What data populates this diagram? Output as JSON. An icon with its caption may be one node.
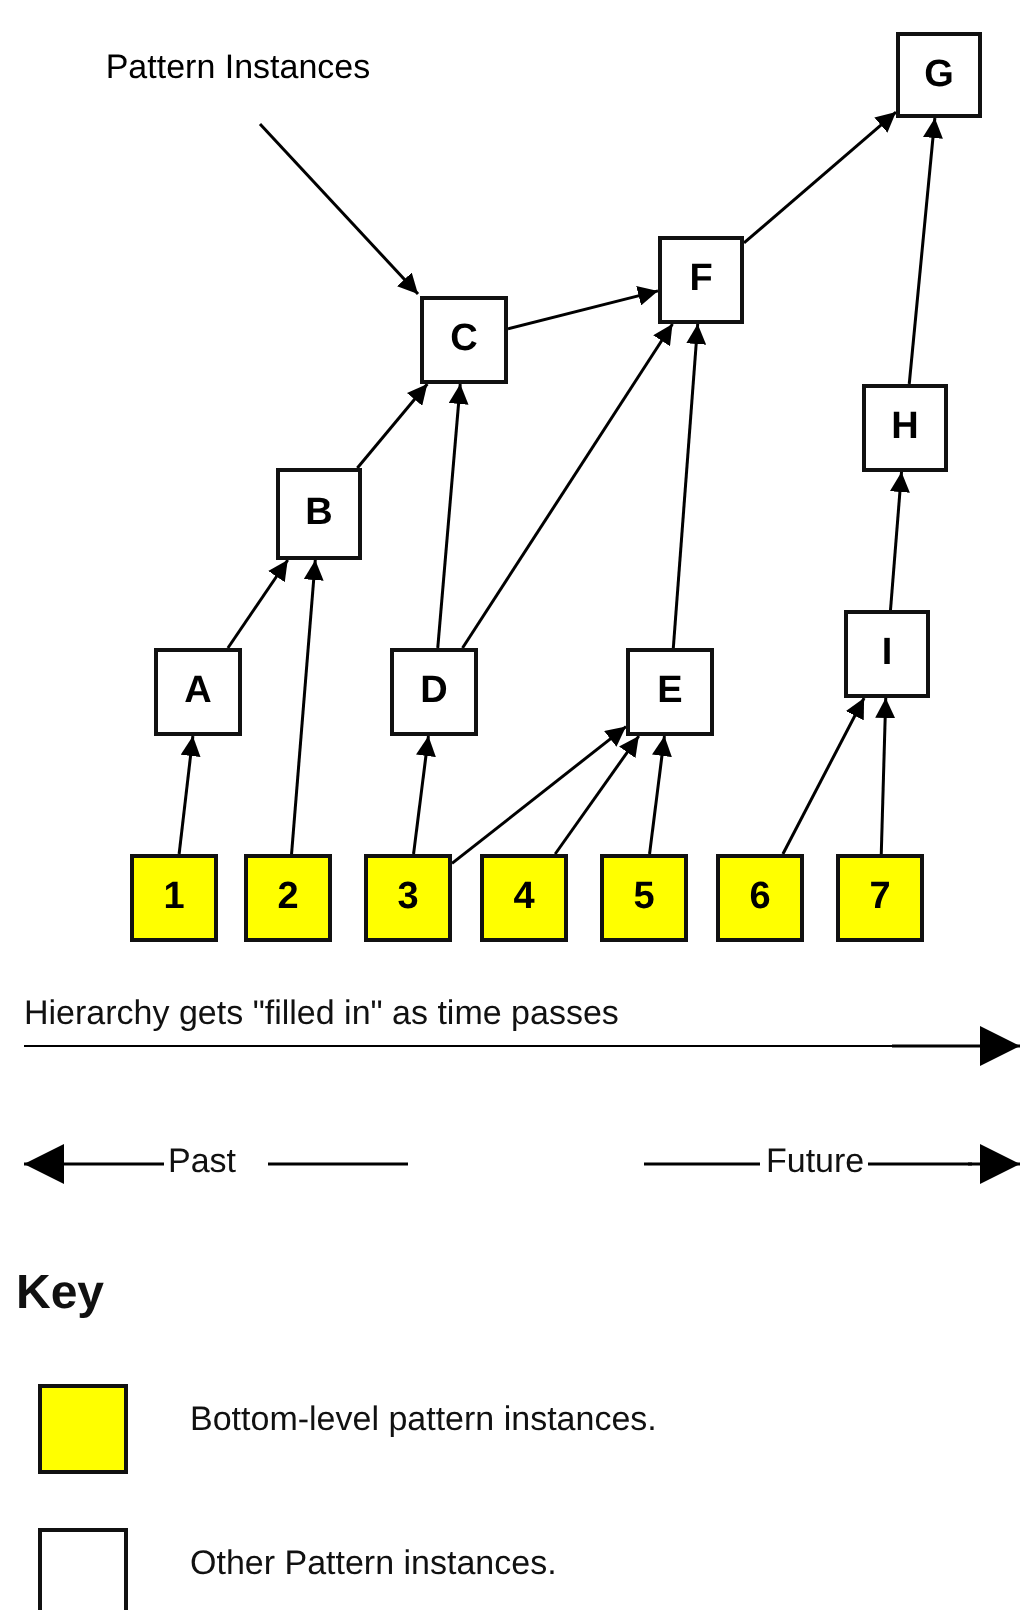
{
  "diagram": {
    "nodes": [
      {
        "text": [
          "Pattern Instances"
        ]
      },
      {
        "text": [
          "G"
        ]
      },
      {
        "text": [
          "F"
        ]
      },
      {
        "text": [
          "C"
        ]
      },
      {
        "text": [
          "H"
        ]
      },
      {
        "text": [
          "B"
        ]
      },
      {
        "text": [
          "I"
        ]
      },
      {
        "text": [
          "A"
        ]
      },
      {
        "text": [
          "D"
        ]
      },
      {
        "text": [
          "E"
        ]
      },
      {
        "text": [
          "1"
        ]
      },
      {
        "text": [
          "2"
        ]
      },
      {
        "text": [
          "3"
        ]
      },
      {
        "text": [
          "4"
        ]
      },
      {
        "text": [
          "5"
        ]
      },
      {
        "text": [
          "6"
        ]
      },
      {
        "text": [
          "7"
        ]
      }
    ],
    "edges": [
      {
        "from": 0,
        "to": 3,
        "arrow": "to"
      },
      {
        "from": 10,
        "to": 7,
        "arrow": "to"
      },
      {
        "from": 7,
        "to": 5,
        "arrow": "to"
      },
      {
        "from": 11,
        "to": 5,
        "arrow": "to"
      },
      {
        "from": 5,
        "to": 3,
        "arrow": "to"
      },
      {
        "from": 8,
        "to": 3,
        "arrow": "to"
      },
      {
        "from": 3,
        "to": 2,
        "arrow": "to"
      },
      {
        "from": 8,
        "to": 2,
        "arrow": "to"
      },
      {
        "from": 9,
        "to": 2,
        "arrow": "to"
      },
      {
        "from": 2,
        "to": 1,
        "arrow": "to"
      },
      {
        "from": 4,
        "to": 1,
        "arrow": "to"
      },
      {
        "from": 6,
        "to": 4,
        "arrow": "to"
      },
      {
        "from": 12,
        "to": 8,
        "arrow": "to"
      },
      {
        "from": 12,
        "to": 9,
        "arrow": "to"
      },
      {
        "from": 13,
        "to": 9,
        "arrow": "to"
      },
      {
        "from": 14,
        "to": 9,
        "arrow": "to"
      },
      {
        "from": 15,
        "to": 6,
        "arrow": "to"
      },
      {
        "from": 16,
        "to": 6,
        "arrow": "to"
      }
    ],
    "labels": [
      "Hierarchy gets \"filled in\" as time passes",
      "Past",
      "Future",
      "Key"
    ],
    "legend": [
      {
        "text": "Bottom-level pattern instances.",
        "color": "#ffff00"
      },
      {
        "text": "Other Pattern instances.",
        "color": "#ffffff"
      }
    ]
  }
}
